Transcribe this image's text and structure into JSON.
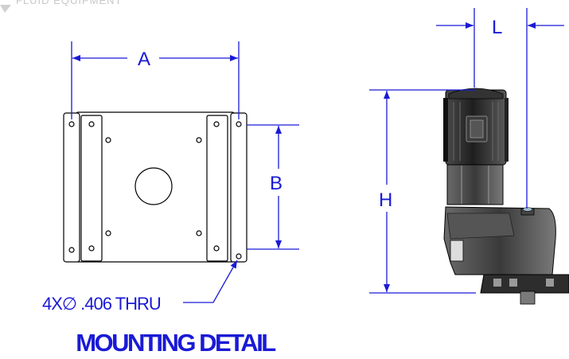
{
  "watermark": {
    "text": "FLUID EQUIPMENT"
  },
  "dimensions": {
    "a": "A",
    "b": "B",
    "h": "H",
    "l": "L"
  },
  "hole_callout": {
    "text": "4X∅ .406 THRU"
  },
  "title": "MOUNTING DETAIL",
  "colors": {
    "dimension": "#1a1ad6",
    "outline": "#000000",
    "motor_body": "#2b2b2b"
  },
  "icons": {
    "diameter_symbol": "diameter-symbol-icon"
  }
}
